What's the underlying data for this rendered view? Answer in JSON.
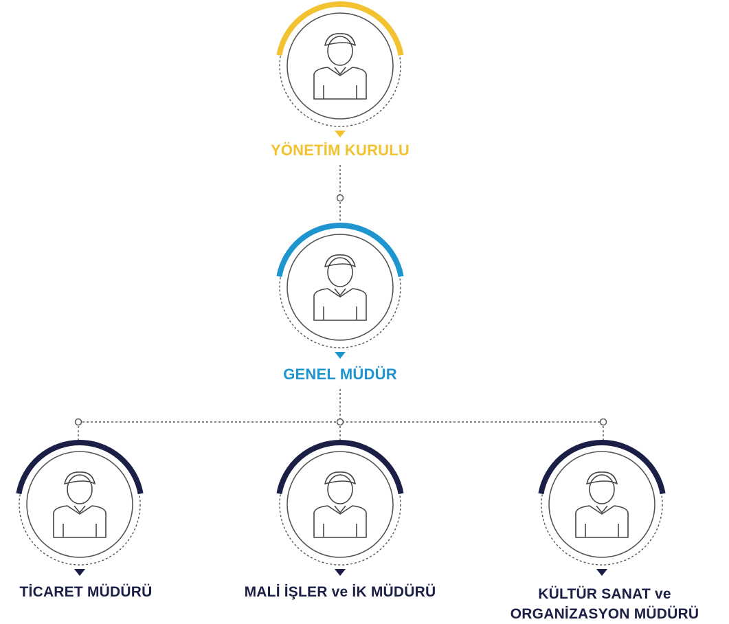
{
  "colors": {
    "top": "#f2c230",
    "middle": "#1f95cf",
    "bottom": "#1b1f45",
    "line": "#555555",
    "icon": "#444444"
  },
  "nodes": {
    "board": {
      "label": "YÖNETİM KURULU",
      "icon": "person-icon"
    },
    "general_manager": {
      "label": "GENEL MÜDÜR",
      "icon": "person-icon"
    },
    "trade_manager": {
      "label": "TİCARET MÜDÜRÜ",
      "icon": "person-icon"
    },
    "finance_hr_manager": {
      "label": "MALİ İŞLER ve İK MÜDÜRÜ",
      "icon": "person-icon"
    },
    "culture_manager": {
      "line1": "KÜLTÜR SANAT ve",
      "line2": "ORGANİZASYON MÜDÜRÜ",
      "icon": "person-icon"
    }
  }
}
